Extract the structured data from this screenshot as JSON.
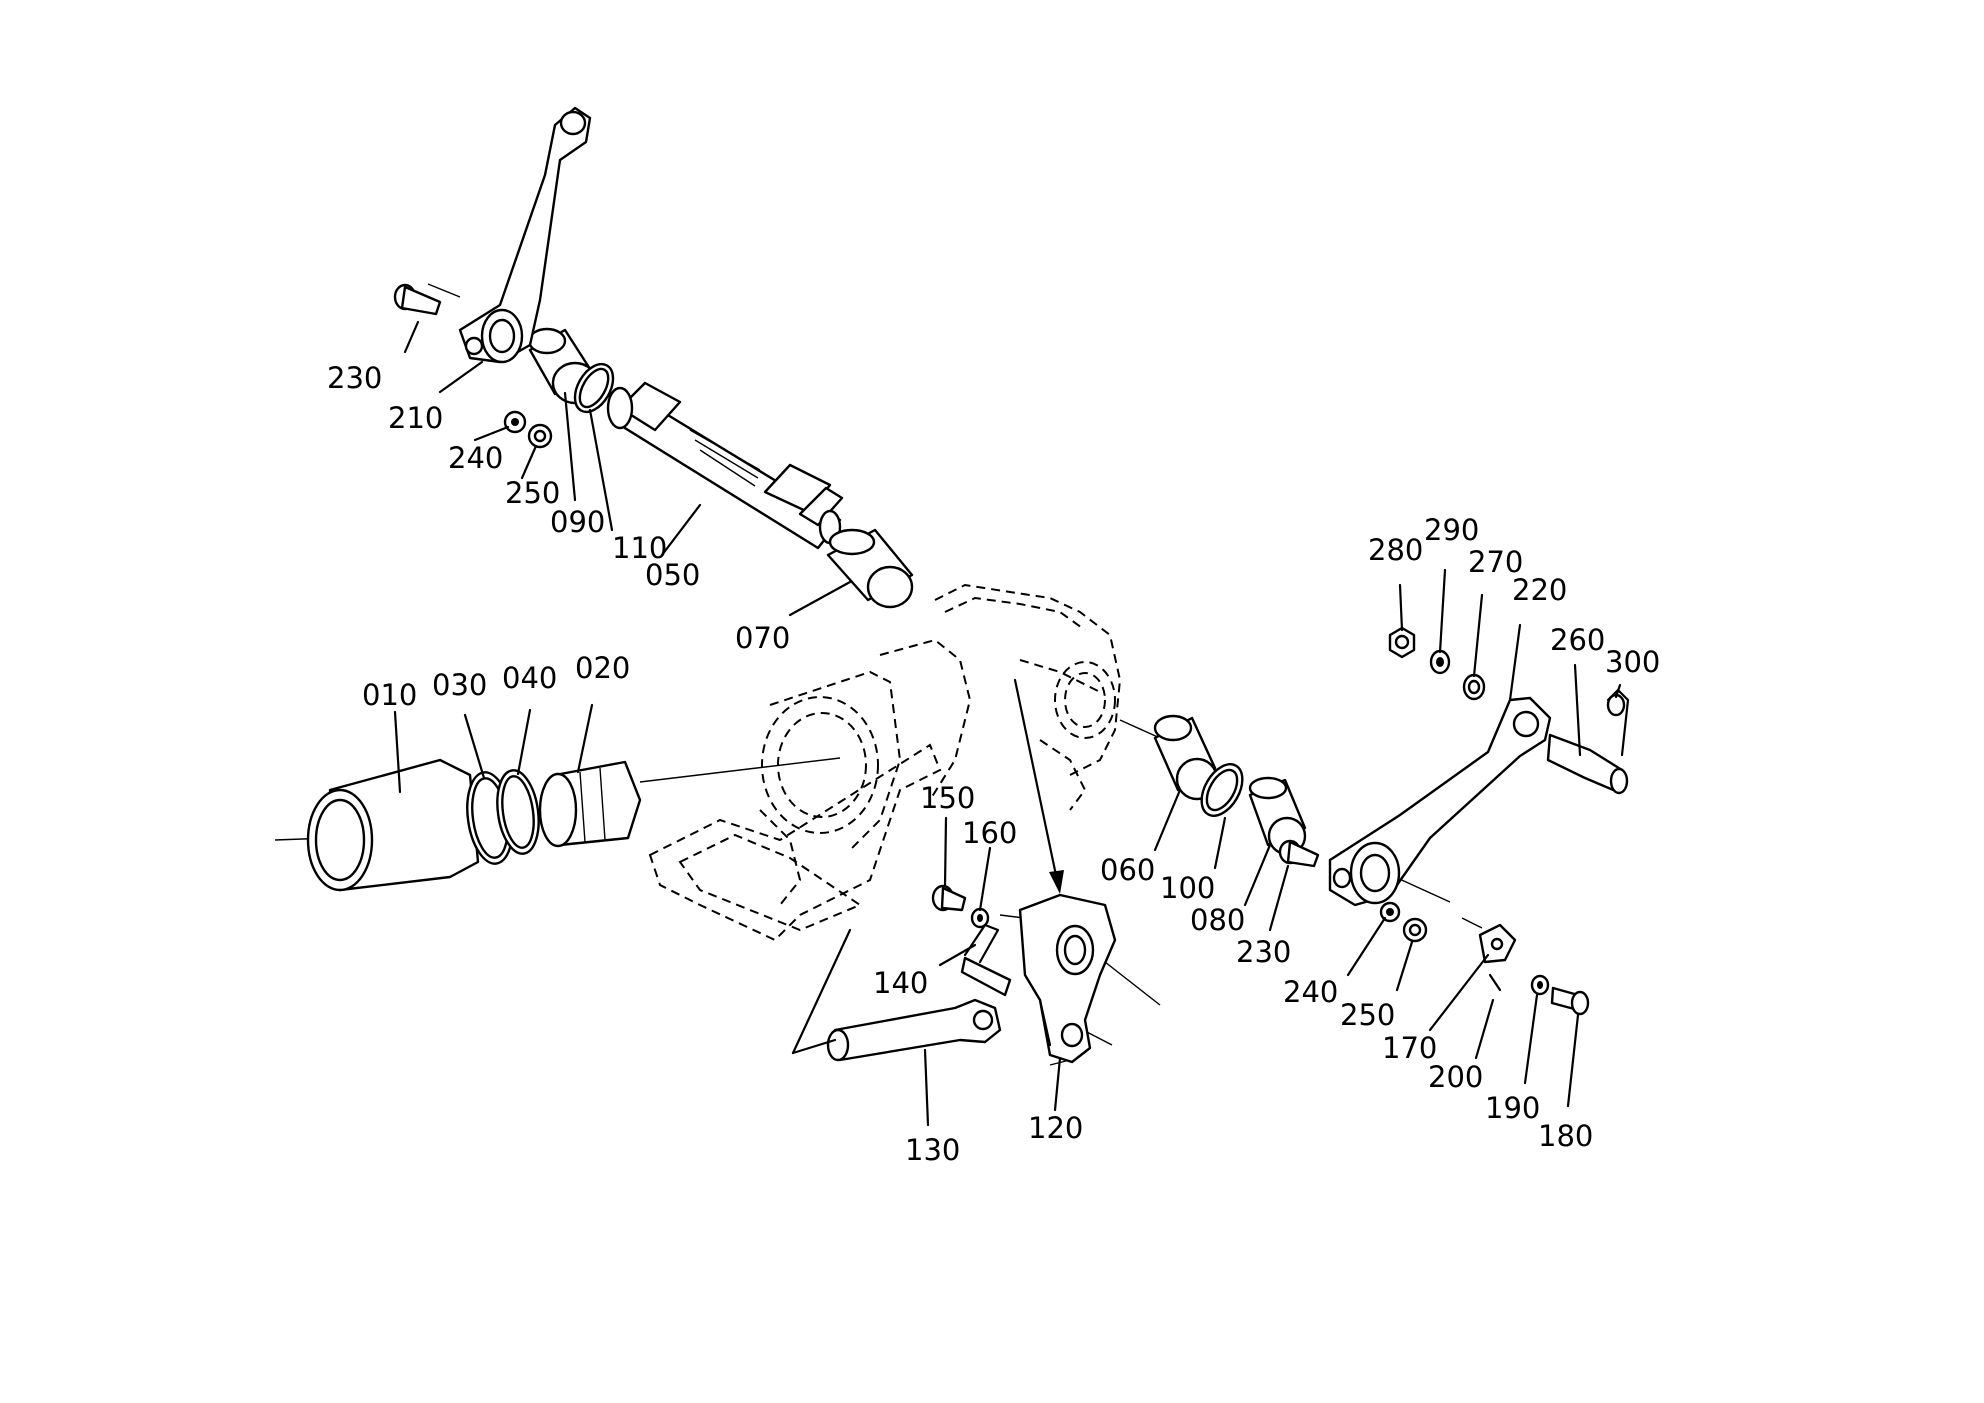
{
  "parts": [
    {
      "no": "010"
    },
    {
      "no": "020"
    },
    {
      "no": "030"
    },
    {
      "no": "040"
    },
    {
      "no": "050"
    },
    {
      "no": "060"
    },
    {
      "no": "070"
    },
    {
      "no": "080"
    },
    {
      "no": "090"
    },
    {
      "no": "100"
    },
    {
      "no": "110"
    },
    {
      "no": "120"
    },
    {
      "no": "130"
    },
    {
      "no": "140"
    },
    {
      "no": "150"
    },
    {
      "no": "160"
    },
    {
      "no": "170"
    },
    {
      "no": "180"
    },
    {
      "no": "190"
    },
    {
      "no": "200"
    },
    {
      "no": "210"
    },
    {
      "no": "220"
    },
    {
      "no": "230"
    },
    {
      "no": "240"
    },
    {
      "no": "250"
    },
    {
      "no": "260"
    },
    {
      "no": "270"
    },
    {
      "no": "280"
    },
    {
      "no": "290"
    },
    {
      "no": "300"
    },
    {
      "no": "230"
    },
    {
      "no": "240"
    },
    {
      "no": "250"
    }
  ]
}
